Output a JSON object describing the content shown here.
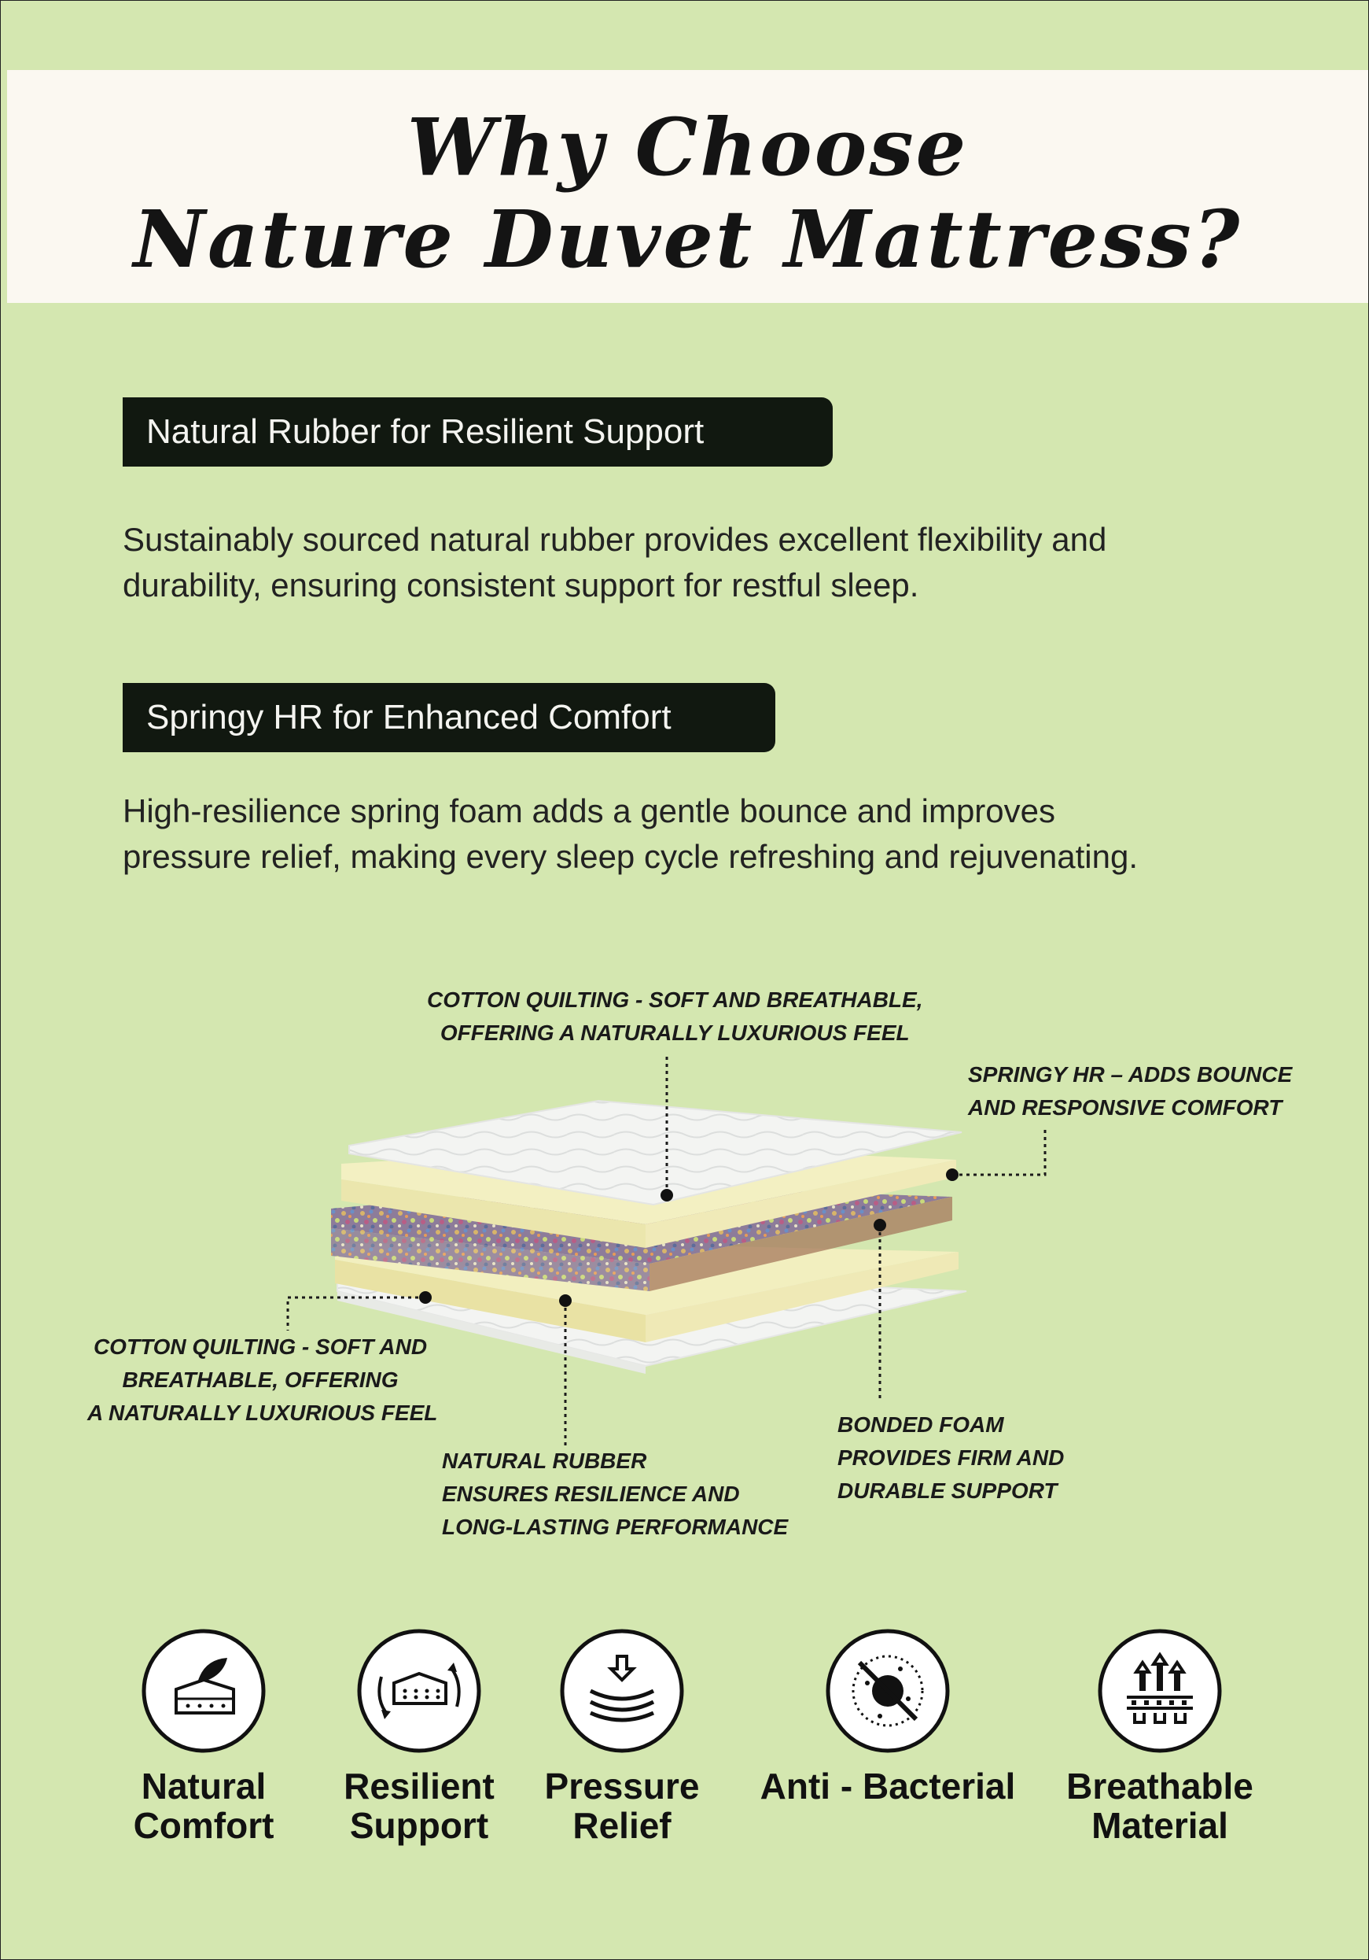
{
  "header": {
    "title_line1": "Why Choose",
    "title_line2": "Nature Duvet Mattress?"
  },
  "sections": [
    {
      "heading": "Natural Rubber for Resilient Support",
      "body_line1": "Sustainably sourced natural rubber provides excellent flexibility and",
      "body_line2": "durability, ensuring consistent support for restful sleep."
    },
    {
      "heading": "Springy HR for Enhanced Comfort",
      "body_line1": "High-resilience spring foam adds a gentle bounce and improves",
      "body_line2": "pressure relief, making every sleep cycle refreshing and rejuvenating."
    }
  ],
  "layer_labels": {
    "top_quilting": [
      "COTTON QUILTING - SOFT AND BREATHABLE,",
      "OFFERING A NATURALLY LUXURIOUS FEEL"
    ],
    "springy_hr": [
      "SPRINGY HR – ADDS BOUNCE",
      "AND RESPONSIVE COMFORT"
    ],
    "bottom_quilting": [
      "COTTON QUILTING - SOFT AND",
      "BREATHABLE, OFFERING",
      "A NATURALLY LUXURIOUS FEEL"
    ],
    "natural_rubber": [
      "NATURAL RUBBER",
      "ENSURES RESILIENCE AND",
      "LONG-LASTING PERFORMANCE"
    ],
    "bonded_foam": [
      "BONDED FOAM",
      "PROVIDES FIRM AND",
      "DURABLE SUPPORT"
    ]
  },
  "features": [
    {
      "icon": "leaf-mattress-icon",
      "line1": "Natural",
      "line2": "Comfort"
    },
    {
      "icon": "rotating-mattress-icon",
      "line1": "Resilient",
      "line2": "Support"
    },
    {
      "icon": "pressure-layers-icon",
      "line1": "Pressure",
      "line2": "Relief"
    },
    {
      "icon": "no-bacteria-icon",
      "line1": "Anti - Bacterial",
      "line2": ""
    },
    {
      "icon": "airflow-icon",
      "line1": "Breathable",
      "line2": "Material"
    }
  ],
  "colors": {
    "background": "#d4e7b0",
    "title_band": "#fbf8f1",
    "pill": "#111810",
    "text": "#1c1c1c"
  }
}
